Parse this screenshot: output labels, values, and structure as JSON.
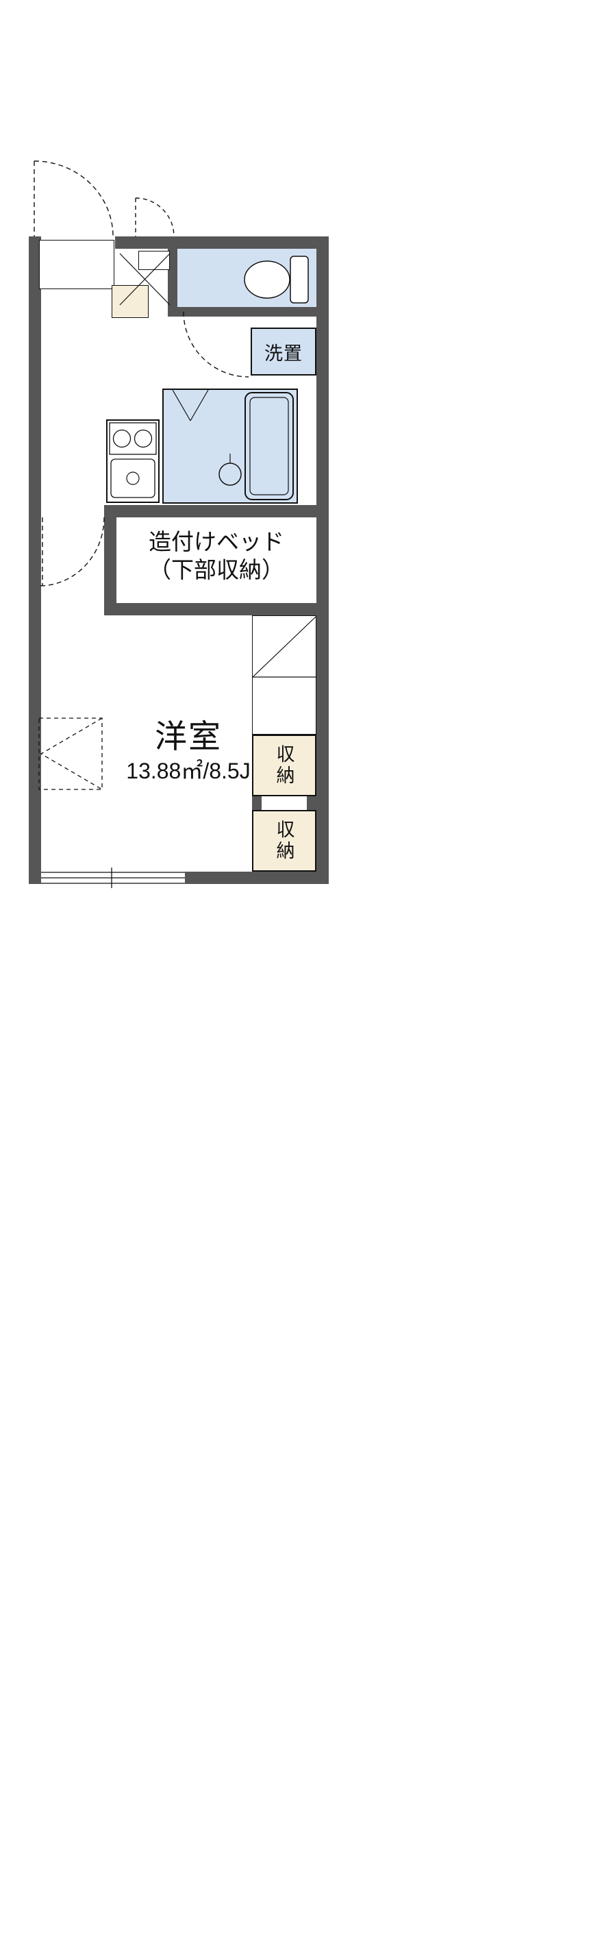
{
  "floorplan": {
    "labels": {
      "washer_room": "洗置",
      "built_in_bed_line1": "造付けベッド",
      "built_in_bed_line2": "（下部収納）",
      "room_name": "洋室",
      "room_area": "13.88㎡/8.5J",
      "storage_upper": "収納",
      "storage_lower": "収納"
    },
    "colors": {
      "wall": "#565656",
      "wet_area_floor": "#d2e1f2",
      "storage_fill": "#f6eed9",
      "line": "#111111"
    }
  }
}
